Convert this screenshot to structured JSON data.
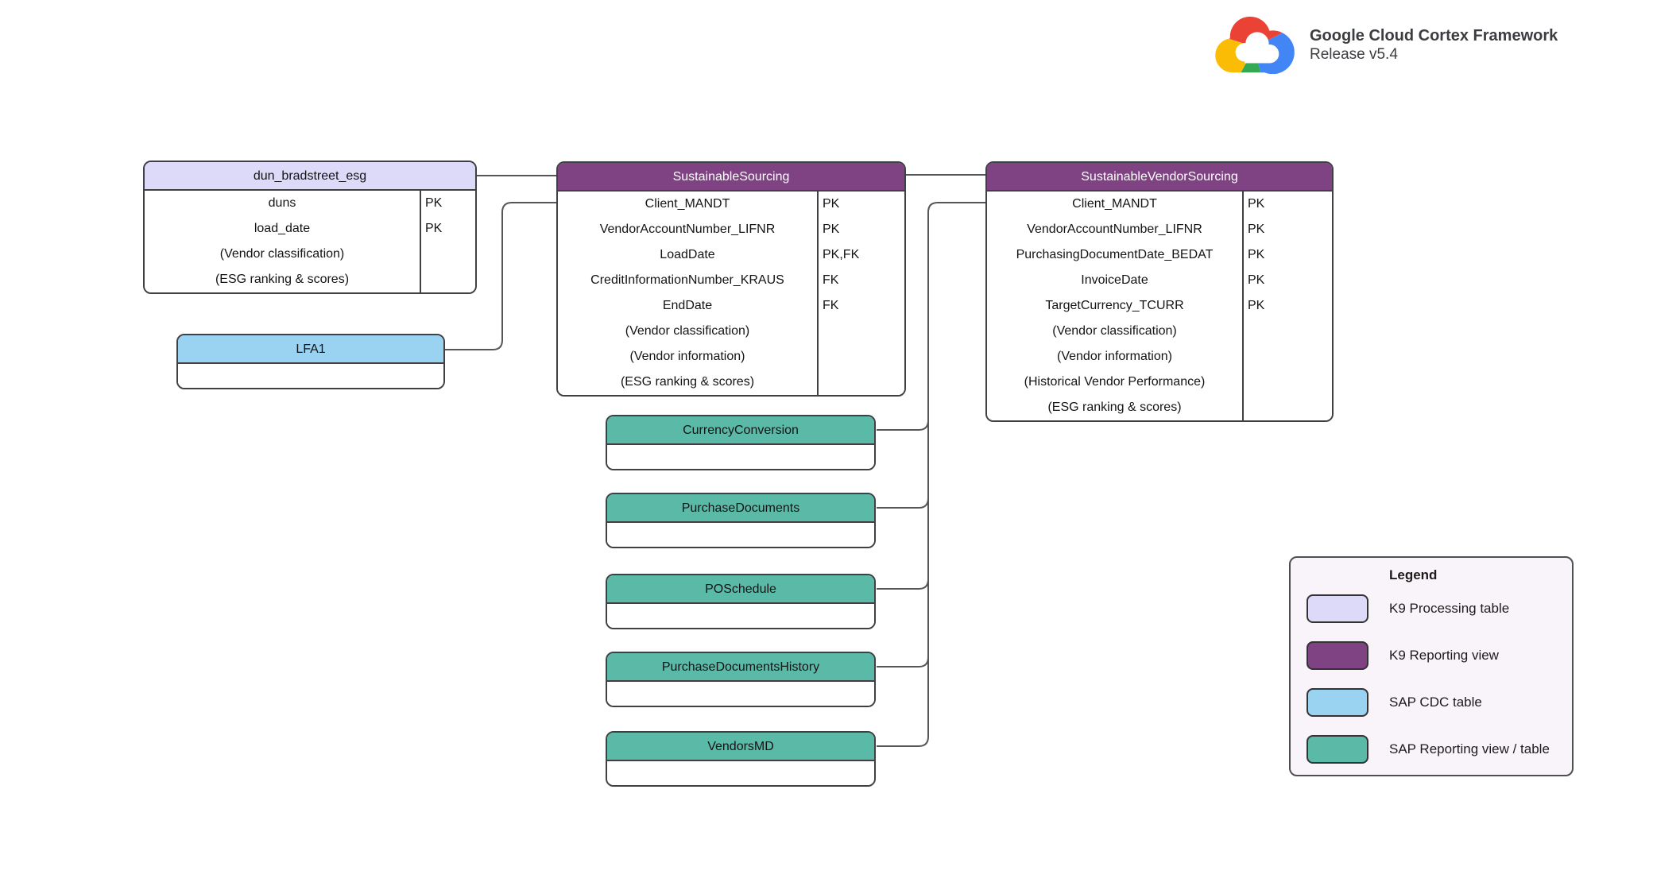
{
  "header": {
    "title": "Google Cloud Cortex Framework",
    "subtitle": "Release v5.4",
    "logo_icon": "google-cloud-logo"
  },
  "colors": {
    "k9_processing": "#dcdaf8",
    "k9_reporting": "#7f4283",
    "sap_cdc": "#9ad2f2",
    "sap_reporting": "#5bb9a8",
    "border": "#3f4043",
    "connector": "#55555a"
  },
  "entities": [
    {
      "title": "dun_bradstreet_esg",
      "type": "k9_processing",
      "rows": [
        {
          "name": "duns",
          "key": "PK"
        },
        {
          "name": "load_date",
          "key": "PK"
        },
        {
          "name": "(Vendor classification)",
          "key": ""
        },
        {
          "name": "(ESG ranking & scores)",
          "key": ""
        }
      ]
    },
    {
      "title": "SustainableSourcing",
      "type": "k9_reporting",
      "rows": [
        {
          "name": "Client_MANDT",
          "key": "PK"
        },
        {
          "name": "VendorAccountNumber_LIFNR",
          "key": "PK"
        },
        {
          "name": "LoadDate",
          "key": "PK,FK"
        },
        {
          "name": "CreditInformationNumber_KRAUS",
          "key": "FK"
        },
        {
          "name": "EndDate",
          "key": "FK"
        },
        {
          "name": "(Vendor classification)",
          "key": ""
        },
        {
          "name": "(Vendor information)",
          "key": ""
        },
        {
          "name": "(ESG ranking & scores)",
          "key": ""
        }
      ]
    },
    {
      "title": "SustainableVendorSourcing",
      "type": "k9_reporting",
      "rows": [
        {
          "name": "Client_MANDT",
          "key": "PK"
        },
        {
          "name": "VendorAccountNumber_LIFNR",
          "key": "PK"
        },
        {
          "name": "PurchasingDocumentDate_BEDAT",
          "key": "PK"
        },
        {
          "name": "InvoiceDate",
          "key": "PK"
        },
        {
          "name": "TargetCurrency_TCURR",
          "key": "PK"
        },
        {
          "name": "(Vendor classification)",
          "key": ""
        },
        {
          "name": "(Vendor information)",
          "key": ""
        },
        {
          "name": "(Historical Vendor Performance)",
          "key": ""
        },
        {
          "name": "(ESG ranking & scores)",
          "key": ""
        }
      ]
    },
    {
      "title": "LFA1",
      "type": "sap_cdc",
      "rows": []
    },
    {
      "title": "CurrencyConversion",
      "type": "sap_reporting",
      "rows": []
    },
    {
      "title": "PurchaseDocuments",
      "type": "sap_reporting",
      "rows": []
    },
    {
      "title": "POSchedule",
      "type": "sap_reporting",
      "rows": []
    },
    {
      "title": "PurchaseDocumentsHistory",
      "type": "sap_reporting",
      "rows": []
    },
    {
      "title": "VendorsMD",
      "type": "sap_reporting",
      "rows": []
    }
  ],
  "legend": {
    "title": "Legend",
    "items": [
      {
        "label": "K9 Processing table",
        "color": "#dcdaf8"
      },
      {
        "label": "K9 Reporting view",
        "color": "#7f4283"
      },
      {
        "label": "SAP CDC table",
        "color": "#9ad2f2"
      },
      {
        "label": "SAP Reporting view / table",
        "color": "#5bb9a8"
      }
    ]
  }
}
